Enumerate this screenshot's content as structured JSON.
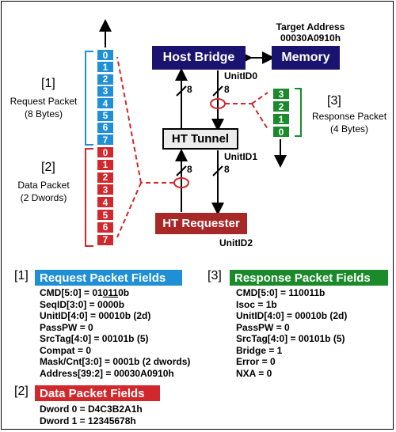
{
  "diagram": {
    "target_address_label": "Target Address",
    "target_address_value": "00030A0910h",
    "host_bridge": "Host Bridge",
    "memory": "Memory",
    "ht_tunnel": "HT Tunnel",
    "ht_requester": "HT Requester",
    "unit_id0": "UnitID0",
    "unit_id1": "UnitID1",
    "unit_id2": "UnitID2",
    "bus_width_label": "8",
    "request_packet_bracket": "[1]",
    "request_packet_label": "Request Packet",
    "request_packet_size": "(8 Bytes)",
    "data_packet_bracket": "[2]",
    "data_packet_label": "Data Packet",
    "data_packet_size": "(2 Dwords)",
    "response_packet_bracket": "[3]",
    "response_packet_label": "Response Packet",
    "response_packet_size": "(4 Bytes)",
    "request_cells": [
      "0",
      "1",
      "2",
      "3",
      "4",
      "5",
      "6",
      "7"
    ],
    "data_cells": [
      "0",
      "1",
      "2",
      "3",
      "4",
      "5",
      "6",
      "7"
    ],
    "response_cells": [
      "3",
      "2",
      "1",
      "0"
    ]
  },
  "colors": {
    "navy": "#1a1470",
    "request_blue": "#1f8fd6",
    "data_red": "#d0282c",
    "response_green": "#1a8a2a",
    "requester_red": "#a82828"
  },
  "request_fields": {
    "bracket": "[1]",
    "title": "Request Packet Fields",
    "cmd_prefix": "CMD[5:0] = ",
    "cmd_plain": "01",
    "cmd_underlined": "011",
    "cmd_rest": "0b",
    "lines": [
      "SeqID[3:0] = 0000b",
      "UnitID[4:0] = 00010b (2d)",
      "PassPW = 0",
      "SrcTag[4:0] = 00101b (5)",
      "Compat = 0",
      "Mask/Cnt[3:0] = 0001b (2 dwords)",
      "Address[39:2] = 00030A0910h"
    ]
  },
  "data_fields": {
    "bracket": "[2]",
    "title": "Data Packet Fields",
    "lines": [
      "Dword 0 = D4C3B2A1h",
      "Dword 1 =  12345678h"
    ]
  },
  "response_fields": {
    "bracket": "[3]",
    "title": "Response Packet Fields",
    "lines": [
      "CMD[5:0] = 110011b",
      "Isoc = 1b",
      "UnitID[4:0] = 00010b (2d)",
      "PassPW = 0",
      "SrcTag[4:0] = 00101b (5)",
      "Bridge = 1",
      "Error = 0",
      "NXA = 0"
    ]
  }
}
